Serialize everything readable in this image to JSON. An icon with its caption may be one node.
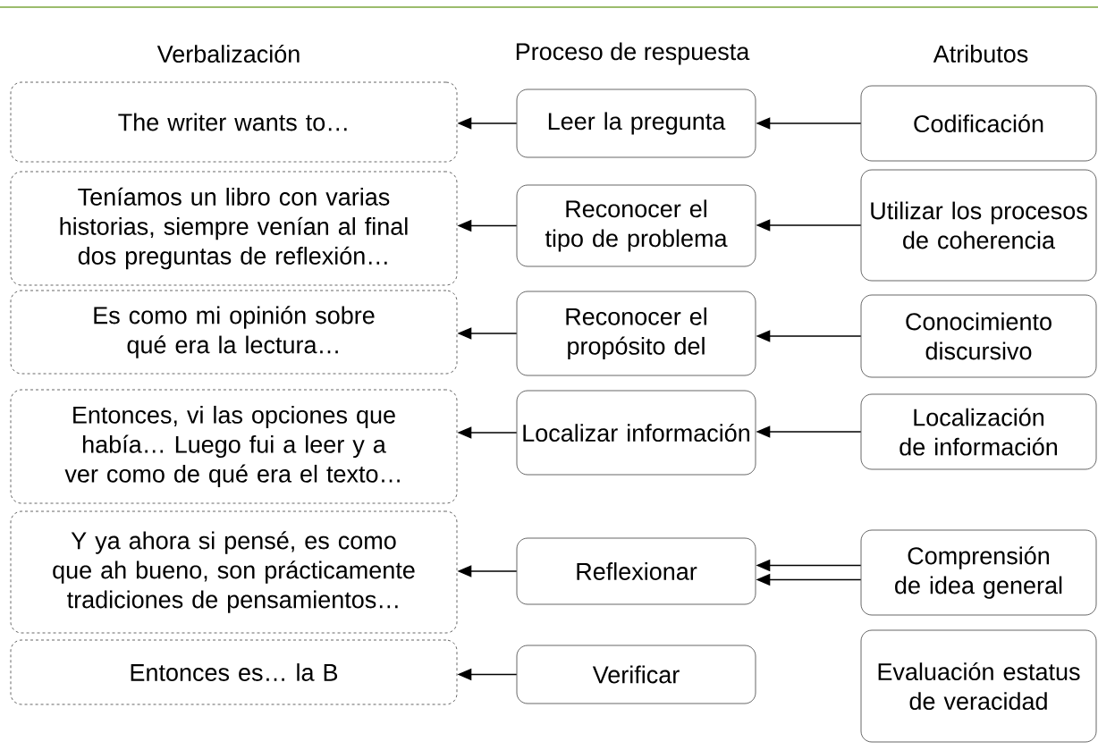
{
  "diagram": {
    "nodes": [
      {
        "text": [
          "The writer wants to…"
        ]
      },
      {
        "text": [
          "Leer la pregunta"
        ]
      },
      {
        "text": [
          "Codificación"
        ]
      },
      {
        "text": [
          "Teníamos un libro con varias historias, siempre venían al final dos preguntas de reflexión…"
        ]
      },
      {
        "text": [
          "Reconocer el tipo de problema"
        ]
      },
      {
        "text": [
          "Utilizar los procesos de coherencia"
        ]
      },
      {
        "text": [
          "Es como mi opinión sobre qué era la lectura…"
        ]
      },
      {
        "text": [
          "Reconocer el propósito del"
        ]
      },
      {
        "text": [
          "Conocimiento discursivo"
        ]
      },
      {
        "text": [
          "Entonces, vi las opciones que había… Luego fui a leer y a ver como de qué era el texto…"
        ]
      },
      {
        "text": [
          "Localizar información"
        ]
      },
      {
        "text": [
          "Localización de información"
        ]
      },
      {
        "text": [
          "Y ya ahora si pensé, es como que ah bueno, son prácticamente tradiciones de pensamientos…"
        ]
      },
      {
        "text": [
          "Reflexionar"
        ]
      },
      {
        "text": [
          "Comprensión de idea general"
        ]
      },
      {
        "text": [
          "Entonces es… la B"
        ]
      },
      {
        "text": [
          "Verificar"
        ]
      },
      {
        "text": [
          "Evaluación estatus de veracidad"
        ]
      }
    ],
    "edges": [
      {
        "from": 1,
        "to": 0,
        "arrow": "to"
      },
      {
        "from": 2,
        "to": 1,
        "arrow": "to"
      },
      {
        "from": 4,
        "to": 3,
        "arrow": "to"
      },
      {
        "from": 5,
        "to": 4,
        "arrow": "to"
      },
      {
        "from": 7,
        "to": 6,
        "arrow": "to"
      },
      {
        "from": 8,
        "to": 7,
        "arrow": "to"
      },
      {
        "from": 10,
        "to": 9,
        "arrow": "to"
      },
      {
        "from": 11,
        "to": 10,
        "arrow": "to"
      },
      {
        "from": 13,
        "to": 12,
        "arrow": "to"
      },
      {
        "from": 14,
        "to": 13,
        "arrow": "to"
      },
      {
        "from": 14,
        "to": 13,
        "arrow": "to"
      },
      {
        "from": 16,
        "to": 15,
        "arrow": "to"
      }
    ],
    "labels": [
      "Verbalización",
      "Proceso de respuesta",
      "Atributos"
    ]
  }
}
